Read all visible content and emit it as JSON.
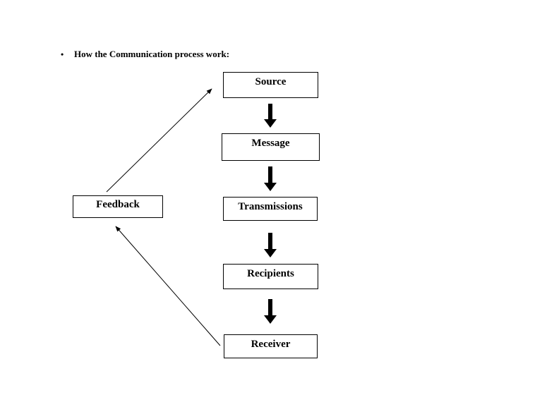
{
  "heading": {
    "bullet": "•",
    "text": "How the Communication process work:"
  },
  "nodes": {
    "source": "Source",
    "message": "Message",
    "transmissions": "Transmissions",
    "recipients": "Recipients",
    "receiver": "Receiver",
    "feedback": "Feedback"
  },
  "connectors": [
    {
      "from": "source",
      "to": "message",
      "style": "thick-down-arrow"
    },
    {
      "from": "message",
      "to": "transmissions",
      "style": "thick-down-arrow"
    },
    {
      "from": "transmissions",
      "to": "recipients",
      "style": "thick-down-arrow"
    },
    {
      "from": "recipients",
      "to": "receiver",
      "style": "thick-down-arrow"
    },
    {
      "from": "receiver",
      "to": "feedback",
      "style": "thin-arrow"
    },
    {
      "from": "feedback",
      "to": "source",
      "style": "thin-arrow"
    }
  ]
}
